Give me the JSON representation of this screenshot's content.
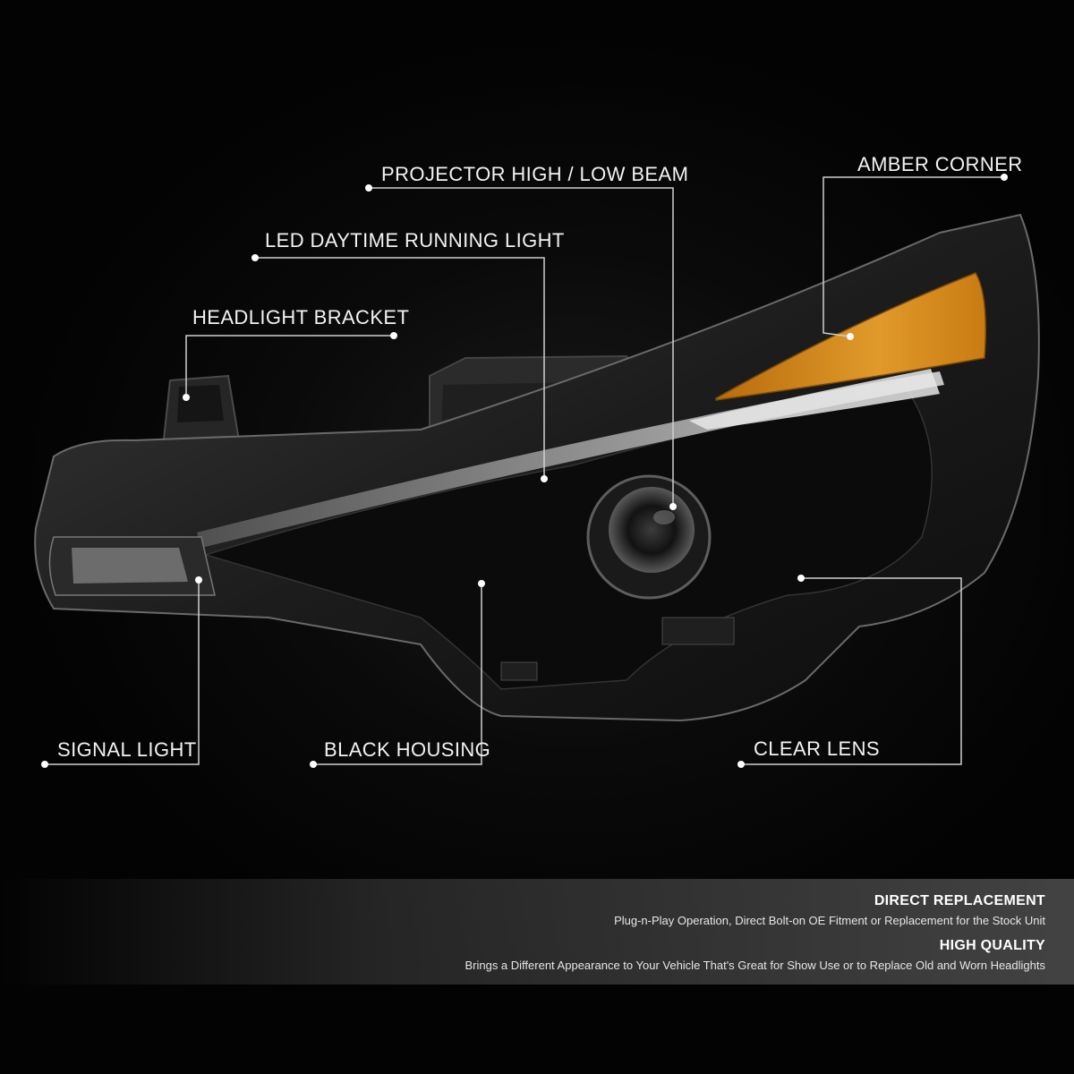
{
  "callouts": {
    "projector": "PROJECTOR HIGH / LOW BEAM",
    "amber_corner": "AMBER CORNER",
    "drl": "LED DAYTIME RUNNING LIGHT",
    "bracket": "HEADLIGHT BRACKET",
    "signal": "SIGNAL LIGHT",
    "housing": "BLACK HOUSING",
    "lens": "CLEAR LENS"
  },
  "features": [
    {
      "title": "DIRECT REPLACEMENT",
      "description": "Plug-n-Play Operation, Direct Bolt-on OE Fitment or Replacement for the Stock Unit"
    },
    {
      "title": "HIGH QUALITY",
      "description": "Brings a Different Appearance to Your Vehicle That's Great for Show Use or to Replace Old and Worn Headlights"
    }
  ],
  "colors": {
    "background": "#000000",
    "amber": "#d98a1a",
    "text": "#f2f2f2",
    "callout_line": "#cfcfcf"
  }
}
